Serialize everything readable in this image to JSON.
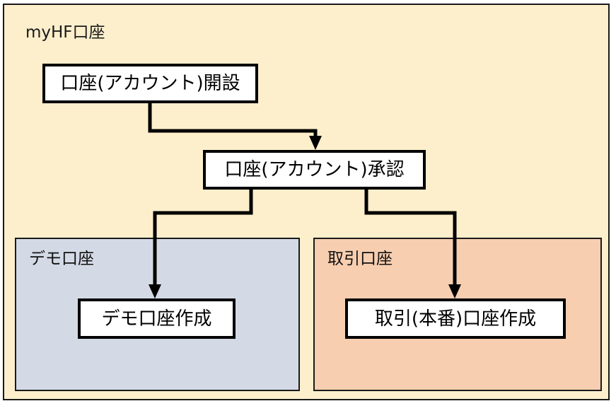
{
  "diagram": {
    "title": "myHF口座",
    "background_color": "#fdefcc",
    "border_color": "#1a1a1a",
    "nodes": {
      "open": {
        "label": "口座(アカウント)開設"
      },
      "approve": {
        "label": "口座(アカウント)承認"
      },
      "demo": {
        "label": "デモ口座作成"
      },
      "live": {
        "label": "取引(本番)口座作成"
      }
    },
    "panels": {
      "demo": {
        "title": "デモ口座",
        "color": "#d4dae5"
      },
      "live": {
        "title": "取引口座",
        "color": "#f7ceb0"
      }
    }
  }
}
